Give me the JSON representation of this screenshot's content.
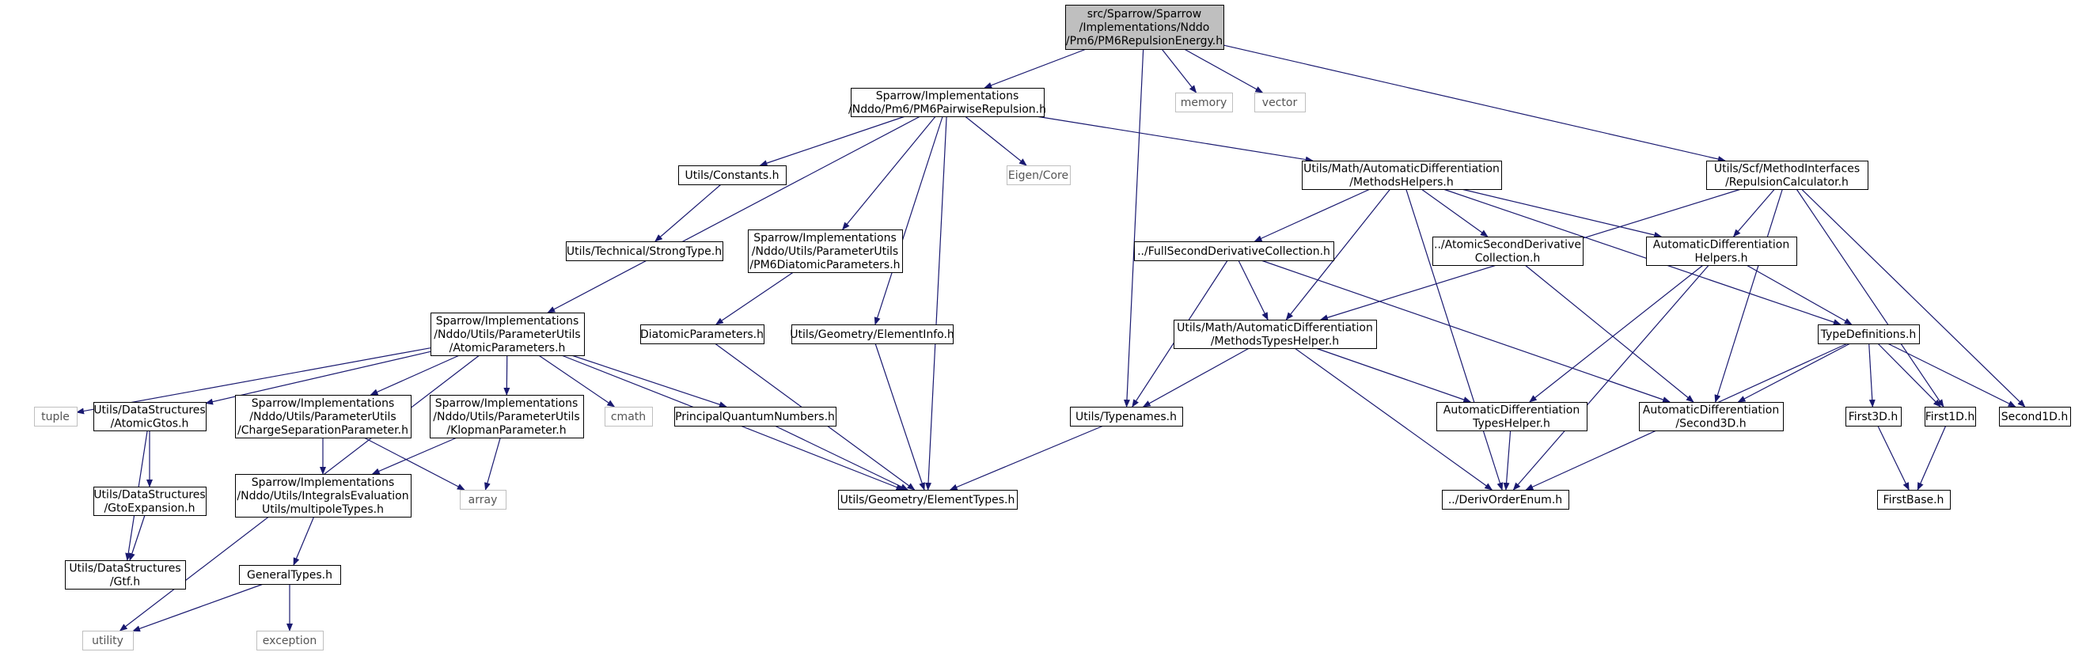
{
  "colors": {
    "edge": "#191970",
    "root_fill": "#bfbfbf",
    "node_border": "#000000",
    "external_border": "#bfbfbf"
  },
  "nodes": [
    {
      "id": "root",
      "kind": "root",
      "lines": [
        "src/Sparrow/Sparrow",
        "/Implementations/Nddo",
        "/Pm6/PM6RepulsionEnergy.h"
      ]
    },
    {
      "id": "pm6pair",
      "kind": "header",
      "lines": [
        "Sparrow/Implementations",
        "/Nddo/Pm6/PM6PairwiseRepulsion.h"
      ]
    },
    {
      "id": "memory",
      "kind": "external",
      "lines": [
        "memory"
      ]
    },
    {
      "id": "vector",
      "kind": "external",
      "lines": [
        "vector"
      ]
    },
    {
      "id": "constants",
      "kind": "header",
      "lines": [
        "Utils/Constants.h"
      ]
    },
    {
      "id": "eigen",
      "kind": "external",
      "lines": [
        "Eigen/Core"
      ]
    },
    {
      "id": "methodshelpers",
      "kind": "header",
      "lines": [
        "Utils/Math/AutomaticDifferentiation",
        "/MethodsHelpers.h"
      ]
    },
    {
      "id": "repcalc",
      "kind": "header",
      "lines": [
        "Utils/Scf/MethodInterfaces",
        "/RepulsionCalculator.h"
      ]
    },
    {
      "id": "strongtype",
      "kind": "header",
      "lines": [
        "Utils/Technical/StrongType.h"
      ]
    },
    {
      "id": "pm6diat",
      "kind": "header",
      "lines": [
        "Sparrow/Implementations",
        "/Nddo/Utils/ParameterUtils",
        "/PM6DiatomicParameters.h"
      ]
    },
    {
      "id": "fullsecond",
      "kind": "header",
      "lines": [
        "../FullSecondDerivativeCollection.h"
      ]
    },
    {
      "id": "atomicsecond",
      "kind": "header",
      "lines": [
        "../AtomicSecondDerivative",
        "Collection.h"
      ]
    },
    {
      "id": "adhelpers",
      "kind": "header",
      "lines": [
        "AutomaticDifferentiation",
        "Helpers.h"
      ]
    },
    {
      "id": "atomicparams",
      "kind": "header",
      "lines": [
        "Sparrow/Implementations",
        "/Nddo/Utils/ParameterUtils",
        "/AtomicParameters.h"
      ]
    },
    {
      "id": "diatomic",
      "kind": "header",
      "lines": [
        "DiatomicParameters.h"
      ]
    },
    {
      "id": "elementinfo",
      "kind": "header",
      "lines": [
        "Utils/Geometry/ElementInfo.h"
      ]
    },
    {
      "id": "methodstypes",
      "kind": "header",
      "lines": [
        "Utils/Math/AutomaticDifferentiation",
        "/MethodsTypesHelper.h"
      ]
    },
    {
      "id": "typedefs",
      "kind": "header",
      "lines": [
        "TypeDefinitions.h"
      ]
    },
    {
      "id": "tuple",
      "kind": "external",
      "lines": [
        "tuple"
      ]
    },
    {
      "id": "atomicgtos",
      "kind": "header",
      "lines": [
        "Utils/DataStructures",
        "/AtomicGtos.h"
      ]
    },
    {
      "id": "chargesep",
      "kind": "header",
      "lines": [
        "Sparrow/Implementations",
        "/Nddo/Utils/ParameterUtils",
        "/ChargeSeparationParameter.h"
      ]
    },
    {
      "id": "klopman",
      "kind": "header",
      "lines": [
        "Sparrow/Implementations",
        "/Nddo/Utils/ParameterUtils",
        "/KlopmanParameter.h"
      ]
    },
    {
      "id": "cmath",
      "kind": "external",
      "lines": [
        "cmath"
      ]
    },
    {
      "id": "pqn",
      "kind": "header",
      "lines": [
        "PrincipalQuantumNumbers.h"
      ]
    },
    {
      "id": "typenames",
      "kind": "header",
      "lines": [
        "Utils/Typenames.h"
      ]
    },
    {
      "id": "adtypeshelper",
      "kind": "header",
      "lines": [
        "AutomaticDifferentiation",
        "TypesHelper.h"
      ]
    },
    {
      "id": "second3d",
      "kind": "header",
      "lines": [
        "AutomaticDifferentiation",
        "/Second3D.h"
      ]
    },
    {
      "id": "first3d",
      "kind": "header",
      "lines": [
        "First3D.h"
      ]
    },
    {
      "id": "first1d",
      "kind": "header",
      "lines": [
        "First1D.h"
      ]
    },
    {
      "id": "second1d",
      "kind": "header",
      "lines": [
        "Second1D.h"
      ]
    },
    {
      "id": "gtoexp",
      "kind": "header",
      "lines": [
        "Utils/DataStructures",
        "/GtoExpansion.h"
      ]
    },
    {
      "id": "multipole",
      "kind": "header",
      "lines": [
        "Sparrow/Implementations",
        "/Nddo/Utils/IntegralsEvaluation",
        "Utils/multipoleTypes.h"
      ]
    },
    {
      "id": "array",
      "kind": "external",
      "lines": [
        "array"
      ]
    },
    {
      "id": "elementtypes",
      "kind": "header",
      "lines": [
        "Utils/Geometry/ElementTypes.h"
      ]
    },
    {
      "id": "derivorder",
      "kind": "header",
      "lines": [
        "../DerivOrderEnum.h"
      ]
    },
    {
      "id": "firstbase",
      "kind": "header",
      "lines": [
        "FirstBase.h"
      ]
    },
    {
      "id": "gtf",
      "kind": "header",
      "lines": [
        "Utils/DataStructures",
        "/Gtf.h"
      ]
    },
    {
      "id": "generaltypes",
      "kind": "header",
      "lines": [
        "GeneralTypes.h"
      ]
    },
    {
      "id": "utility",
      "kind": "external",
      "lines": [
        "utility"
      ]
    },
    {
      "id": "exception",
      "kind": "external",
      "lines": [
        "exception"
      ]
    }
  ],
  "edges": [
    [
      "root",
      "pm6pair"
    ],
    [
      "root",
      "memory"
    ],
    [
      "root",
      "vector"
    ],
    [
      "root",
      "typenames"
    ],
    [
      "root",
      "repcalc"
    ],
    [
      "pm6pair",
      "constants"
    ],
    [
      "pm6pair",
      "eigen"
    ],
    [
      "pm6pair",
      "methodshelpers"
    ],
    [
      "pm6pair",
      "atomicparams"
    ],
    [
      "pm6pair",
      "pm6diat"
    ],
    [
      "pm6pair",
      "elementinfo"
    ],
    [
      "pm6pair",
      "elementtypes"
    ],
    [
      "constants",
      "strongtype"
    ],
    [
      "pm6diat",
      "diatomic"
    ],
    [
      "diatomic",
      "elementtypes"
    ],
    [
      "elementinfo",
      "elementtypes"
    ],
    [
      "methodshelpers",
      "fullsecond"
    ],
    [
      "methodshelpers",
      "atomicsecond"
    ],
    [
      "methodshelpers",
      "adhelpers"
    ],
    [
      "methodshelpers",
      "methodstypes"
    ],
    [
      "methodshelpers",
      "typedefs"
    ],
    [
      "methodshelpers",
      "derivorder"
    ],
    [
      "repcalc",
      "adhelpers"
    ],
    [
      "repcalc",
      "methodstypes"
    ],
    [
      "repcalc",
      "second3d"
    ],
    [
      "repcalc",
      "first1d"
    ],
    [
      "repcalc",
      "second1d"
    ],
    [
      "fullsecond",
      "methodstypes"
    ],
    [
      "fullsecond",
      "typenames"
    ],
    [
      "fullsecond",
      "second3d"
    ],
    [
      "atomicsecond",
      "second3d"
    ],
    [
      "adhelpers",
      "adtypeshelper"
    ],
    [
      "adhelpers",
      "typedefs"
    ],
    [
      "adhelpers",
      "derivorder"
    ],
    [
      "methodstypes",
      "typenames"
    ],
    [
      "methodstypes",
      "adtypeshelper"
    ],
    [
      "methodstypes",
      "derivorder"
    ],
    [
      "typedefs",
      "second3d"
    ],
    [
      "typedefs",
      "first3d"
    ],
    [
      "typedefs",
      "first1d"
    ],
    [
      "typedefs",
      "second1d"
    ],
    [
      "typedefs",
      "derivorder"
    ],
    [
      "typenames",
      "elementtypes"
    ],
    [
      "adtypeshelper",
      "derivorder"
    ],
    [
      "first3d",
      "firstbase"
    ],
    [
      "first1d",
      "firstbase"
    ],
    [
      "atomicparams",
      "tuple"
    ],
    [
      "atomicparams",
      "atomicgtos"
    ],
    [
      "atomicparams",
      "chargesep"
    ],
    [
      "atomicparams",
      "klopman"
    ],
    [
      "atomicparams",
      "cmath"
    ],
    [
      "atomicparams",
      "pqn"
    ],
    [
      "atomicparams",
      "elementtypes"
    ],
    [
      "atomicparams",
      "utility"
    ],
    [
      "atomicgtos",
      "gtoexp"
    ],
    [
      "atomicgtos",
      "gtf"
    ],
    [
      "gtoexp",
      "gtf"
    ],
    [
      "chargesep",
      "multipole"
    ],
    [
      "chargesep",
      "array"
    ],
    [
      "klopman",
      "multipole"
    ],
    [
      "klopman",
      "array"
    ],
    [
      "pqn",
      "elementtypes"
    ],
    [
      "multipole",
      "generaltypes"
    ],
    [
      "generaltypes",
      "utility"
    ],
    [
      "generaltypes",
      "exception"
    ]
  ]
}
